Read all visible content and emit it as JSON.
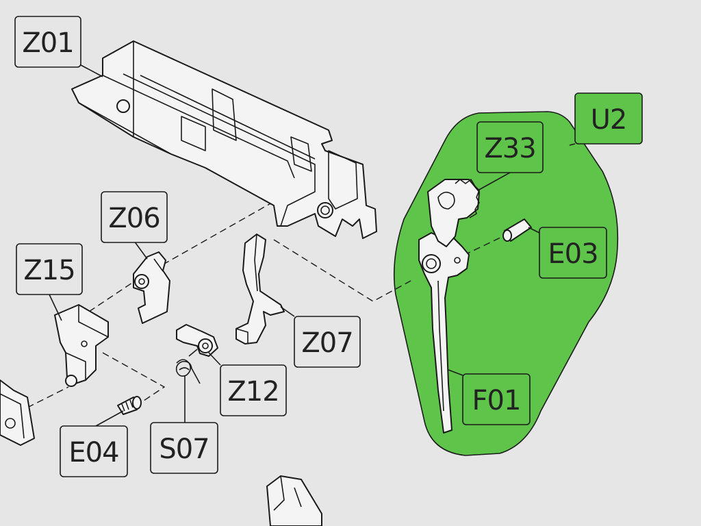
{
  "colors": {
    "background": "#e6e6e6",
    "highlight": "#5fc54a",
    "label_fill": "#e6e6e6",
    "label_stroke": "#1a1a1a",
    "highlight_label_fill": "#5fc54a"
  },
  "labels": {
    "z01": "Z01",
    "z06": "Z06",
    "z15": "Z15",
    "z07": "Z07",
    "z12": "Z12",
    "e04": "E04",
    "s07": "S07",
    "u2": "U2",
    "z33": "Z33",
    "e03": "E03",
    "f01": "F01"
  }
}
